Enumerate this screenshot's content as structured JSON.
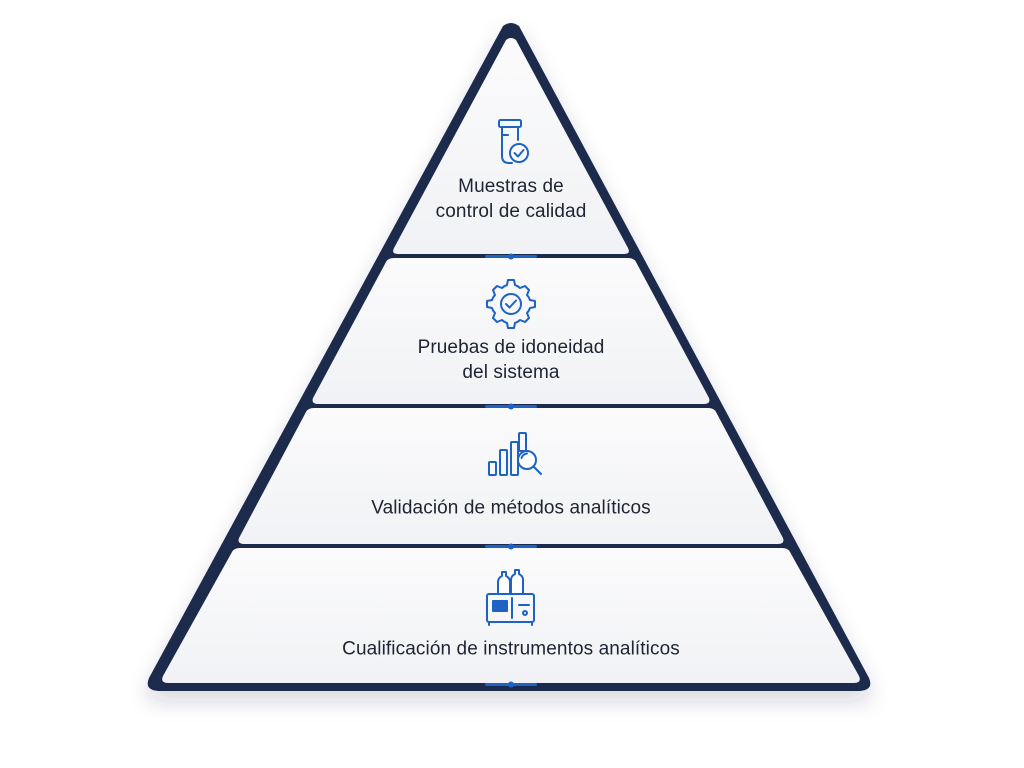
{
  "tiers": [
    {
      "id": "quality-control-samples",
      "lines": [
        "Muestras de",
        "control de calidad"
      ],
      "icon": "test-tube-check-icon"
    },
    {
      "id": "system-suitability-tests",
      "lines": [
        "Pruebas de idoneidad",
        "del sistema"
      ],
      "icon": "gear-check-icon"
    },
    {
      "id": "analytical-method-validation",
      "lines": [
        "Validación de métodos analíticos"
      ],
      "icon": "chart-magnifier-icon"
    },
    {
      "id": "analytical-instrument-qualification",
      "lines": [
        "Cualificación de instrumentos analíticos"
      ],
      "icon": "lab-instrument-icon"
    }
  ],
  "colors": {
    "outline": "#1a2b4c",
    "accent": "#1e63c4",
    "tier_fill": "#f6f7f9",
    "text": "#1e2433"
  }
}
